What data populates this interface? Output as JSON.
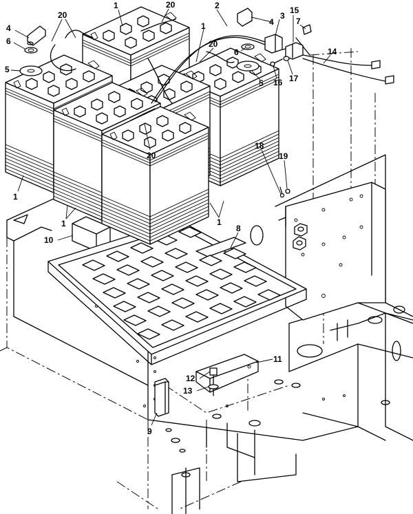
{
  "callouts": [
    {
      "text": "1"
    },
    {
      "text": "20"
    },
    {
      "text": "20"
    },
    {
      "text": "2"
    },
    {
      "text": "4"
    },
    {
      "text": "3"
    },
    {
      "text": "15"
    },
    {
      "text": "7"
    },
    {
      "text": "4"
    },
    {
      "text": "6"
    },
    {
      "text": "1"
    },
    {
      "text": "20"
    },
    {
      "text": "6"
    },
    {
      "text": "14"
    },
    {
      "text": "5"
    },
    {
      "text": "5"
    },
    {
      "text": "16"
    },
    {
      "text": "17"
    },
    {
      "text": "18"
    },
    {
      "text": "19"
    },
    {
      "text": "1"
    },
    {
      "text": "1"
    },
    {
      "text": "20"
    },
    {
      "text": "1"
    },
    {
      "text": "8"
    },
    {
      "text": "10"
    },
    {
      "text": "11"
    },
    {
      "text": "12"
    },
    {
      "text": "13"
    },
    {
      "text": "9"
    }
  ]
}
